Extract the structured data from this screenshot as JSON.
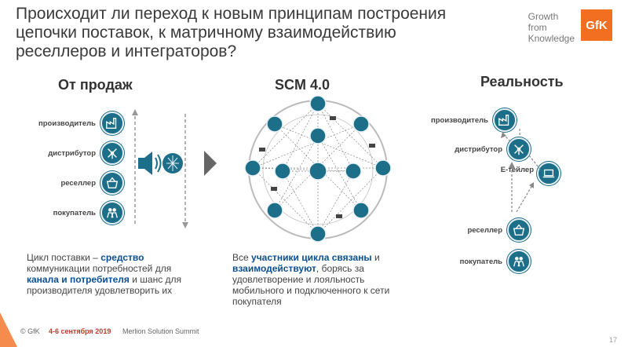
{
  "title": "Происходит ли переход к новым принципам построения цепочки поставок, к матричному взаимодействию реселлеров и интеграторов?",
  "brand": {
    "line1": "Growth",
    "line2": "from",
    "line3": "Knowledge",
    "logo": "GfK"
  },
  "columns": {
    "left": {
      "heading": "От продаж",
      "nodes": [
        "производитель",
        "дистрибутор",
        "реселлер",
        "покупатель"
      ]
    },
    "middle": {
      "heading": "SCM 4.0"
    },
    "right": {
      "heading": "Реальность",
      "nodes": [
        "производитель",
        "дистрибутор",
        "E-тейлер",
        "реселлер",
        "покупатель"
      ]
    }
  },
  "captions": {
    "left": {
      "p1": "Цикл поставки – ",
      "h1": "средство",
      "p2": " коммуникации потребностей для ",
      "h2": "канала и потребителя",
      "p3": " и шанс для производителя удовлетворить их"
    },
    "middle": {
      "p1": "Все ",
      "h1": "участники цикла связаны",
      "p2": " и ",
      "h2": "взаимодействуют",
      "p3": ", борясь за удовлетворение и лояльность мобильного и подключенного к сети покупателя"
    }
  },
  "footer": {
    "copyright": "© GfK",
    "date": "4-6 сентября 2019",
    "event": "Merlion Solution Summit",
    "page": "17"
  },
  "colors": {
    "node": "#1d6e89",
    "brand": "#f26f21",
    "highlight": "#0a4f93"
  }
}
